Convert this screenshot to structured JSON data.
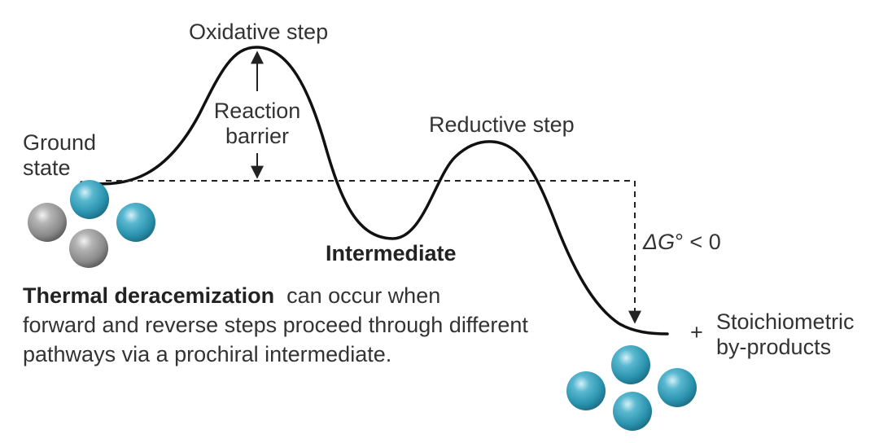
{
  "labels": {
    "oxidative": "Oxidative step",
    "reaction_barrier": [
      "Reaction",
      "barrier"
    ],
    "ground_state": [
      "Ground",
      "state"
    ],
    "reductive": "Reductive step",
    "intermediate": "Intermediate",
    "delta_g": {
      "delta": "ΔG",
      "rest": "° < 0"
    },
    "plus": "+",
    "byproducts": [
      "Stoichiometric",
      "by-products"
    ]
  },
  "description": {
    "lead": "Thermal deracemization",
    "line1_rest": "can occur when",
    "line2": "forward and reverse steps proceed through different",
    "line3": "pathways via a prochiral intermediate."
  },
  "colors": {
    "curve": "#111111",
    "dashed": "#222222",
    "blue_sphere": "#2a92ad",
    "gray_sphere": "#8c8c8c"
  }
}
